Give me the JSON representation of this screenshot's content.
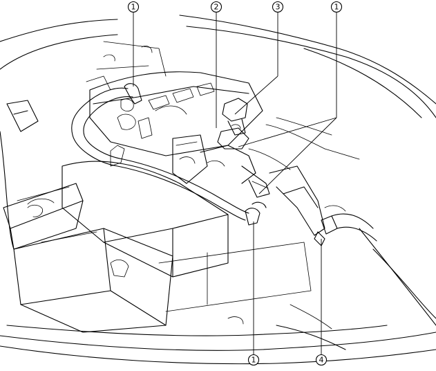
{
  "figure": {
    "callouts": [
      {
        "id": "c1a",
        "label": "1"
      },
      {
        "id": "c2",
        "label": "2"
      },
      {
        "id": "c3",
        "label": "3"
      },
      {
        "id": "c1b",
        "label": "1"
      },
      {
        "id": "c1c",
        "label": "1"
      },
      {
        "id": "c4",
        "label": "4"
      }
    ]
  }
}
